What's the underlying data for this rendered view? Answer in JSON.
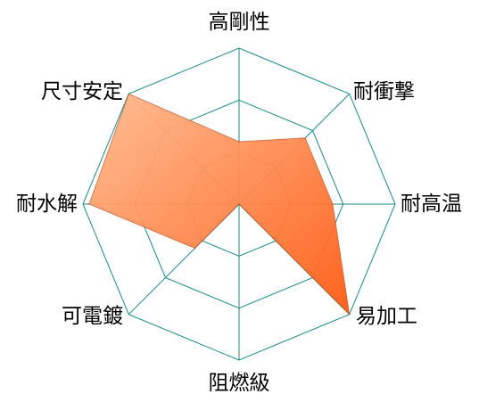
{
  "chart_data": {
    "type": "radar",
    "axes": [
      "高剛性",
      "耐衝撃",
      "耐高温",
      "易加工",
      "阻燃級",
      "可電鍍",
      "耐水解",
      "尺寸安定"
    ],
    "values": [
      2.0,
      3.0,
      3.0,
      5.0,
      0.0,
      2.0,
      4.8,
      5.0
    ],
    "range": [
      0,
      5
    ],
    "rings": 3,
    "grid": true,
    "legend": "none",
    "colors": {
      "grid": "#1f8a8a",
      "fill_dark": "#ff5a12",
      "fill_light": "#ffbb90",
      "edge": "#b24a1a"
    }
  }
}
